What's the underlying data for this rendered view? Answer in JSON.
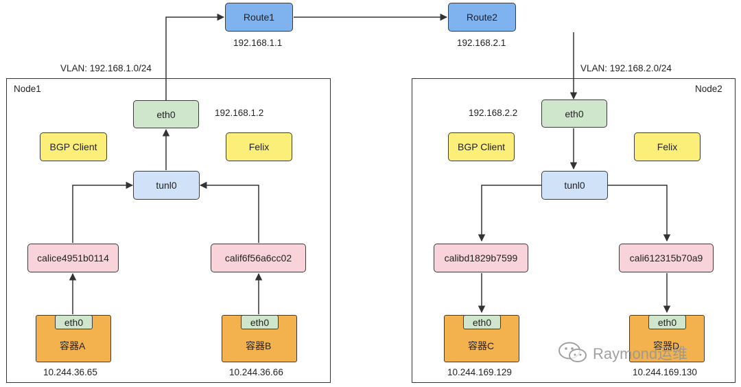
{
  "routers": [
    {
      "label": "Route1",
      "ip": "192.168.1.1"
    },
    {
      "label": "Route2",
      "ip": "192.168.2.1"
    }
  ],
  "vlans": [
    "VLAN: 192.168.1.0/24",
    "VLAN: 192.168.2.0/24"
  ],
  "nodes": [
    {
      "title": "Node1",
      "eth0": {
        "label": "eth0",
        "ip": "192.168.1.2"
      },
      "bgp_client": "BGP Client",
      "felix": "Felix",
      "tunl": "tunl0",
      "cali": [
        "calice4951b0114",
        "calif6f56a6cc02"
      ],
      "containers": [
        {
          "eth": "eth0",
          "name": "容器A",
          "ip": "10.244.36.65"
        },
        {
          "eth": "eth0",
          "name": "容器B",
          "ip": "10.244.36.66"
        }
      ]
    },
    {
      "title": "Node2",
      "eth0": {
        "label": "eth0",
        "ip": "192.168.2.2"
      },
      "bgp_client": "BGP Client",
      "felix": "Felix",
      "tunl": "tunl0",
      "cali": [
        "calibd1829b7599",
        "cali612315b70a9"
      ],
      "containers": [
        {
          "eth": "eth0",
          "name": "容器C",
          "ip": "10.244.169.129"
        },
        {
          "eth": "eth0",
          "name": "容器D",
          "ip": "10.244.169.130"
        }
      ]
    }
  ],
  "watermark": "Raymond运维"
}
